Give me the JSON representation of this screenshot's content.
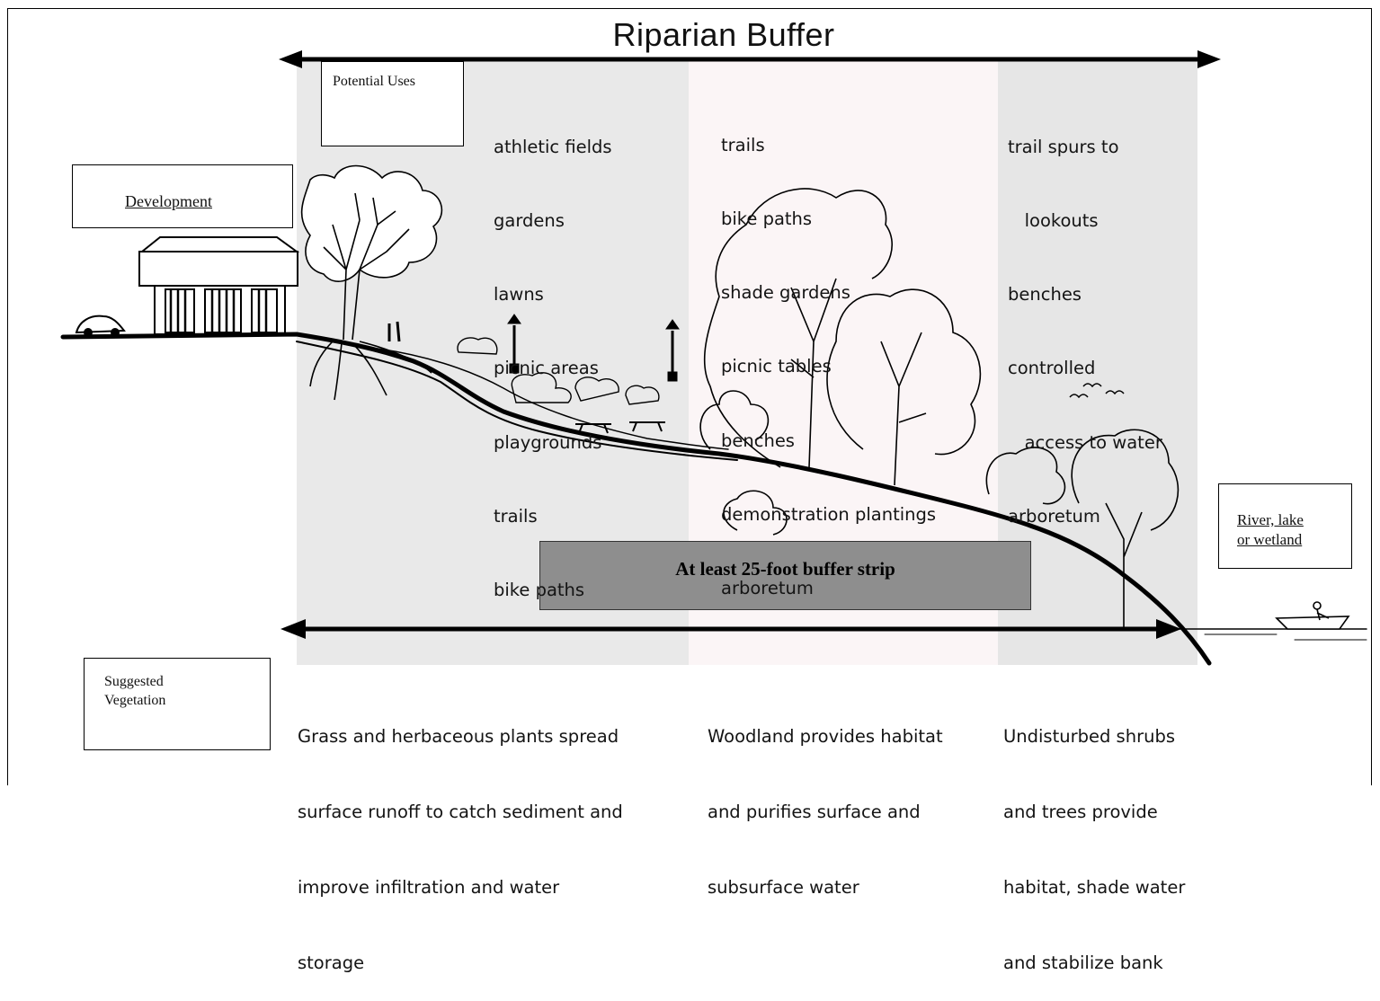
{
  "title": "Riparian Buffer",
  "labels": {
    "potential_uses": "Potential Uses",
    "development": "Development",
    "water_body": [
      "River, lake",
      "or wetland"
    ],
    "suggested_vegetation": [
      "Suggested",
      "Vegetation"
    ],
    "buffer_strip": "At least 25-foot buffer strip"
  },
  "uses": [
    [
      "athletic fields",
      "gardens",
      "lawns",
      "picnic areas",
      "playgrounds",
      "trails",
      "bike paths"
    ],
    [
      "trails",
      "bike paths",
      "shade gardens",
      "picnic tables",
      "benches",
      "demonstration plantings",
      "arboretum"
    ],
    [
      "trail spurs to",
      "   lookouts",
      "benches",
      "controlled",
      "   access to water",
      "arboretum"
    ]
  ],
  "vegetation": [
    [
      "Grass and herbaceous plants spread",
      "surface runoff to catch sediment and",
      "improve infiltration and water",
      "storage"
    ],
    [
      "Woodland provides habitat",
      "and purifies surface and",
      "subsurface water"
    ],
    [
      "Undisturbed shrubs",
      "and trees provide",
      "habitat, shade water",
      "and stabilize bank"
    ]
  ]
}
